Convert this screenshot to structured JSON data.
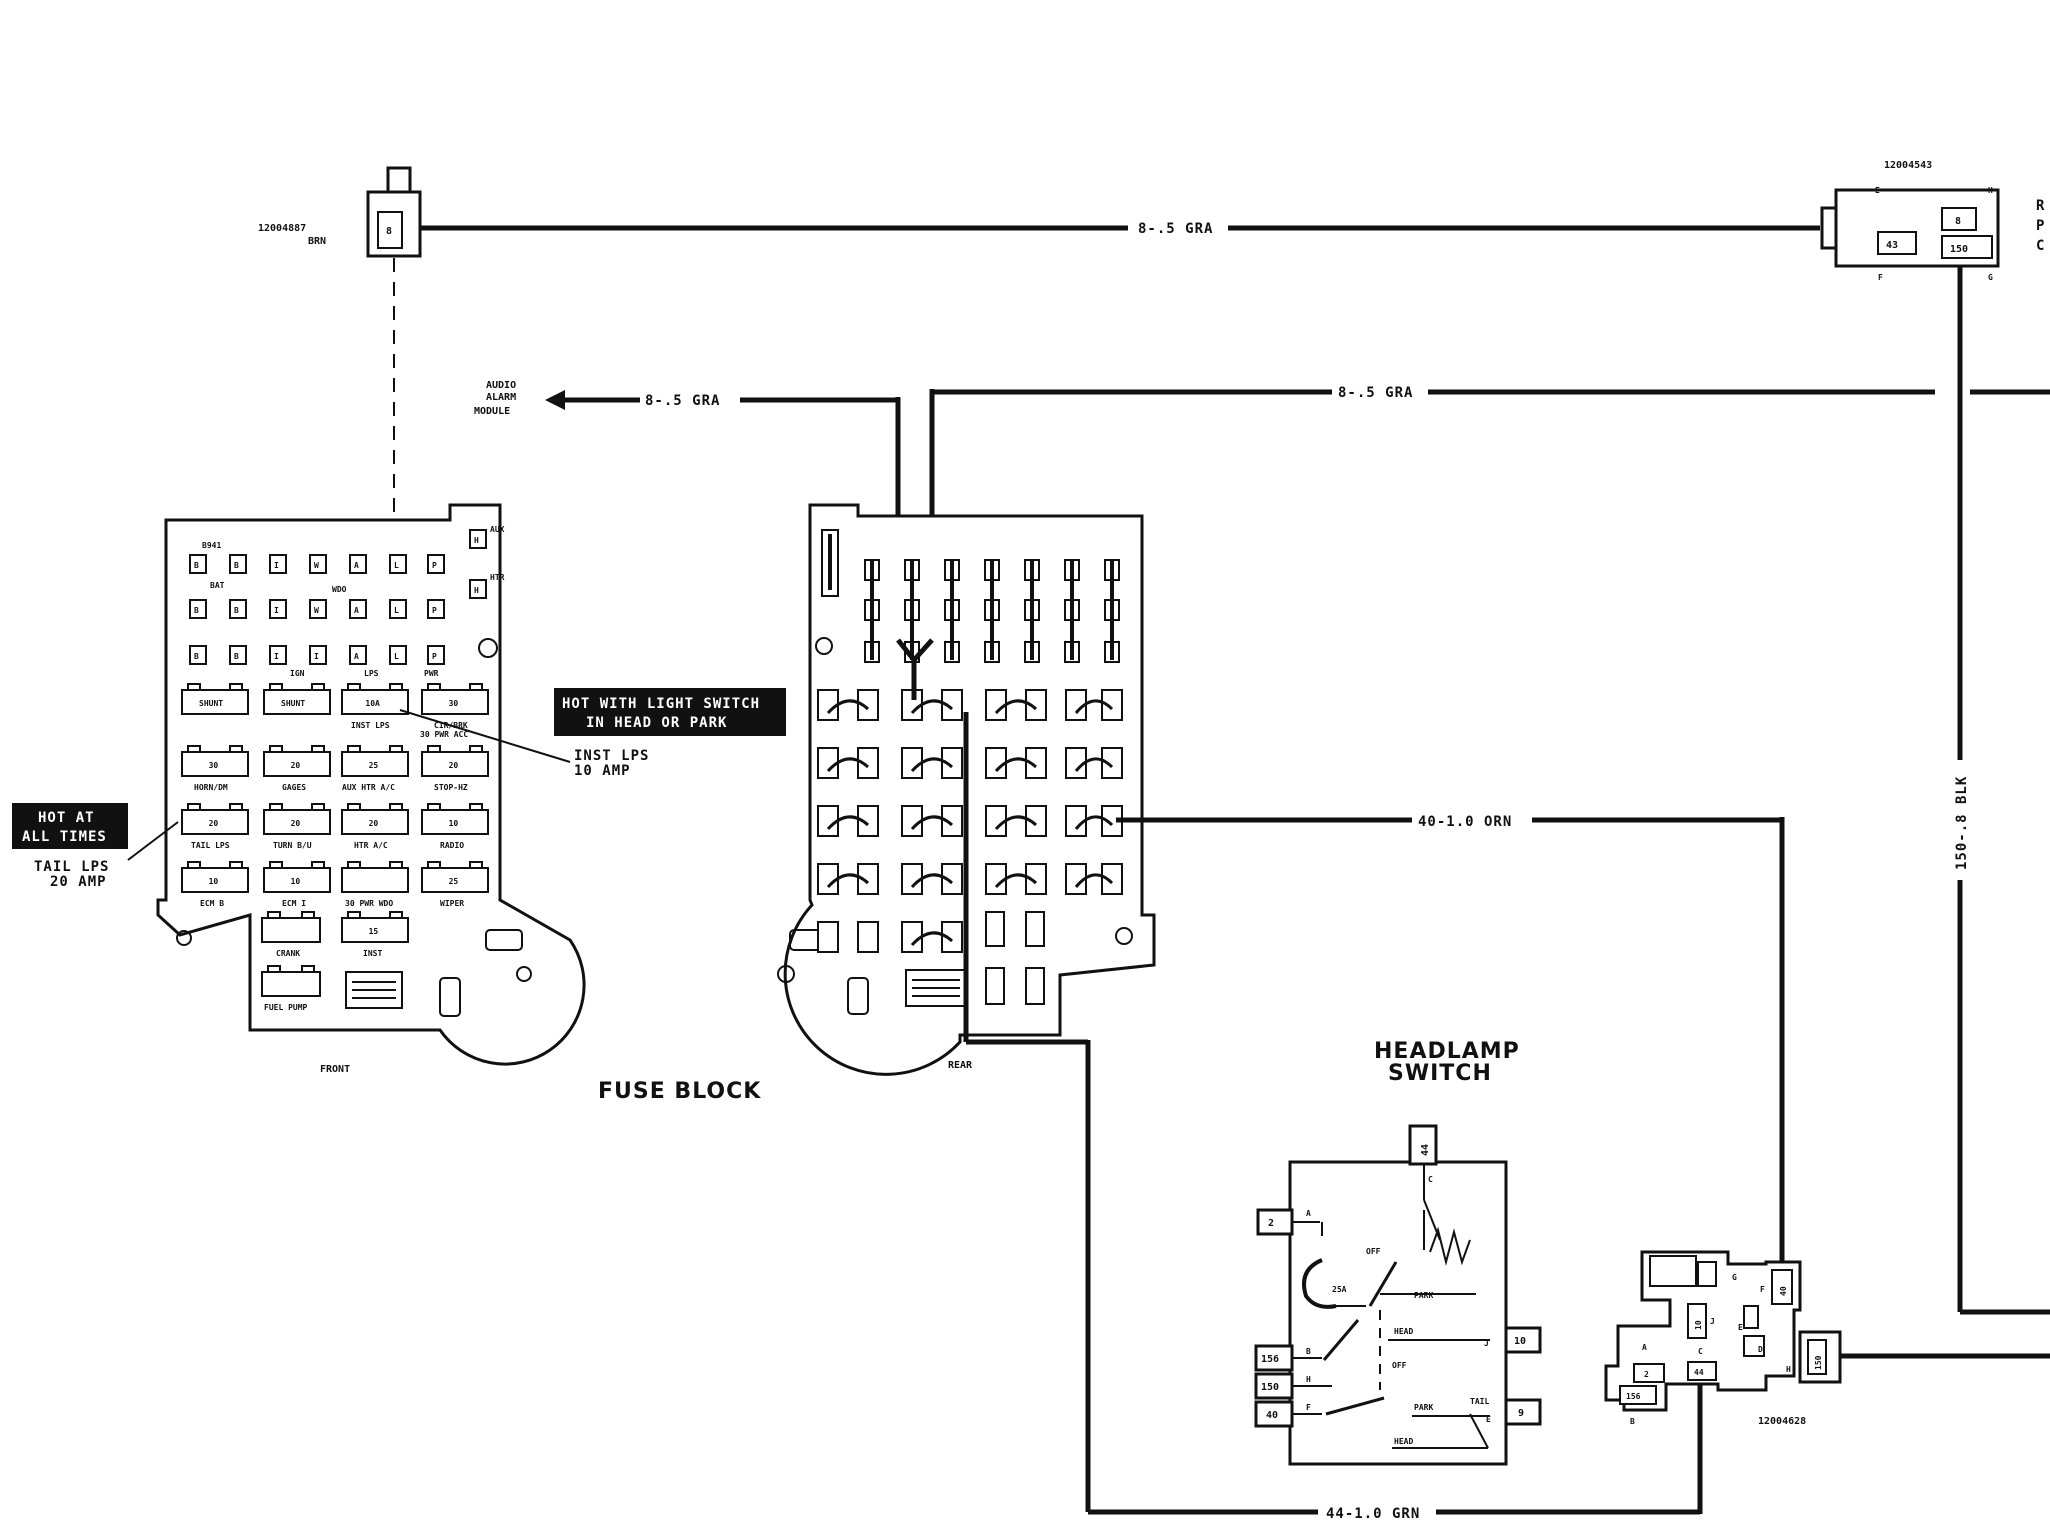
{
  "labels": {
    "conn_top_left_part": "12004887",
    "conn_top_left_color": "BRN",
    "conn_top_left_pin": "8",
    "conn_top_right_part": "12004543",
    "conn_top_right_pins": [
      "8",
      "43",
      "150"
    ],
    "wire_top": "8-.5 GRA",
    "wire_audio": "8-.5 GRA",
    "wire_right_top": "8-.5 GRA",
    "audio_module": [
      "AUDIO",
      "ALARM",
      "MODULE"
    ],
    "wire_orn": "40-1.0 ORN",
    "wire_blk": "150-.8 BLK",
    "wire_grn": "44-1.0 GRN",
    "fuse_block": "FUSE BLOCK",
    "front": "FRONT",
    "rear": "REAR",
    "headlamp_switch": [
      "HEADLAMP",
      "SWITCH"
    ],
    "hot_light_switch": [
      "HOT WITH LIGHT SWITCH",
      "IN HEAD OR PARK"
    ],
    "hot_at_all_times": [
      "HOT AT",
      "ALL TIMES"
    ],
    "tail_lps": [
      "TAIL LPS",
      "20 AMP"
    ],
    "inst_lps": [
      "INST LPS",
      "10 AMP"
    ],
    "bottom_conn_part": "12004628",
    "edge_letters": [
      "R",
      "P",
      "C"
    ]
  },
  "fuse_block_front": {
    "top_label": "B941",
    "term_row1": [
      "B",
      "B",
      "I",
      "W",
      "A",
      "L",
      "P"
    ],
    "term_row2": [
      "B",
      "B",
      "I",
      "W",
      "A",
      "L",
      "P"
    ],
    "term_row3": [
      "B",
      "B",
      "I",
      "I",
      "A",
      "L",
      "P"
    ],
    "row_labels": [
      "BAT",
      "WDO",
      "IGN",
      "LPS",
      "PWR"
    ],
    "side_labels": [
      "AUX",
      "HTR"
    ],
    "fuses": [
      {
        "value": "SHUNT",
        "name": ""
      },
      {
        "value": "SHUNT",
        "name": ""
      },
      {
        "value": "10A",
        "name": "INST LPS"
      },
      {
        "value": "30",
        "name": "CIR/BRK"
      },
      {
        "value": "30",
        "name": "HORN/DM"
      },
      {
        "value": "20",
        "name": "GAGES"
      },
      {
        "value": "25",
        "name": "AUX HTR A/C"
      },
      {
        "value": "20",
        "name": "STOP-HZ"
      },
      {
        "value": "20",
        "name": "TAIL LPS"
      },
      {
        "value": "20",
        "name": "TURN B/U"
      },
      {
        "value": "20",
        "name": "HTR A/C"
      },
      {
        "value": "10",
        "name": "RADIO"
      },
      {
        "value": "10",
        "name": "ECM B"
      },
      {
        "value": "10",
        "name": "ECM I"
      },
      {
        "value": "",
        "name": "30 PWR WDO"
      },
      {
        "value": "25",
        "name": "WIPER"
      },
      {
        "value": "",
        "name": "CRANK"
      },
      {
        "value": "15",
        "name": "INST"
      },
      {
        "value": "",
        "name": "FUEL PUMP"
      }
    ],
    "extra_labels": [
      "30 PWR ACC"
    ]
  },
  "headlamp_switch_pins": {
    "left": [
      "2",
      "156",
      "150",
      "40"
    ],
    "right": [
      "10",
      "9"
    ],
    "top": "44",
    "letters": [
      "A",
      "B",
      "H",
      "F",
      "C",
      "J",
      "E"
    ],
    "positions": [
      "OFF",
      "PARK",
      "HEAD",
      "OFF",
      "PARK",
      "HEAD",
      "TAIL",
      "25A"
    ]
  },
  "bottom_connector": {
    "pins": [
      "40",
      "10",
      "2",
      "156",
      "44",
      "150"
    ],
    "letters": [
      "G",
      "F",
      "J",
      "E",
      "D",
      "A",
      "C",
      "H",
      "B"
    ]
  }
}
